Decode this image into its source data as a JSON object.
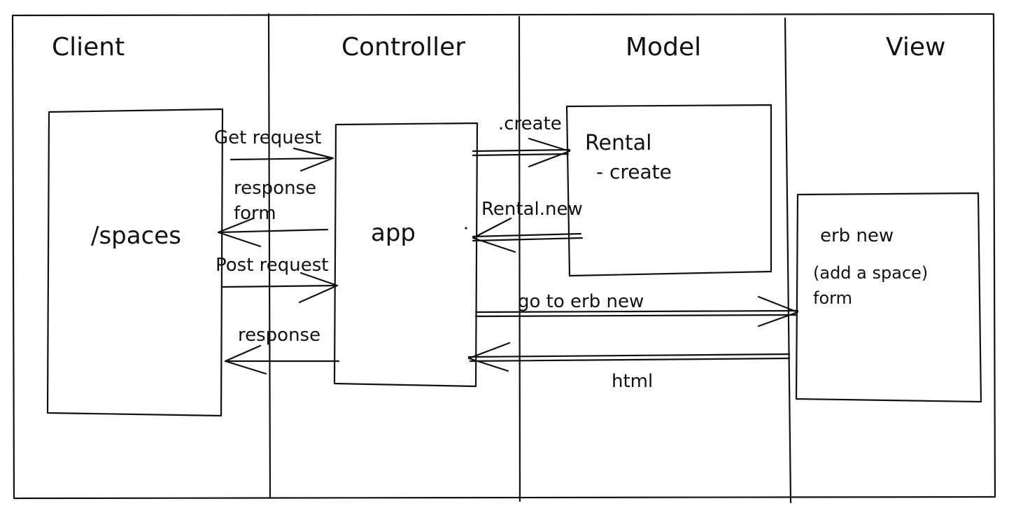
{
  "lanes": {
    "client": "Client",
    "controller": "Controller",
    "model": "Model",
    "view": "View"
  },
  "boxes": {
    "spaces": "/spaces",
    "app": "app",
    "rental_title": "Rental",
    "rental_method": "- create",
    "erb_title": "erb new",
    "erb_desc": "(add a space)",
    "erb_form": "form"
  },
  "arrows": {
    "get_request": "Get request",
    "response_form_1": "response",
    "response_form_2": "form",
    "post_request": "Post request",
    "response": "response",
    "create": ".create",
    "rental_new": "Rental.new",
    "go_to_erb_new": "go to erb new",
    "html": "html"
  }
}
